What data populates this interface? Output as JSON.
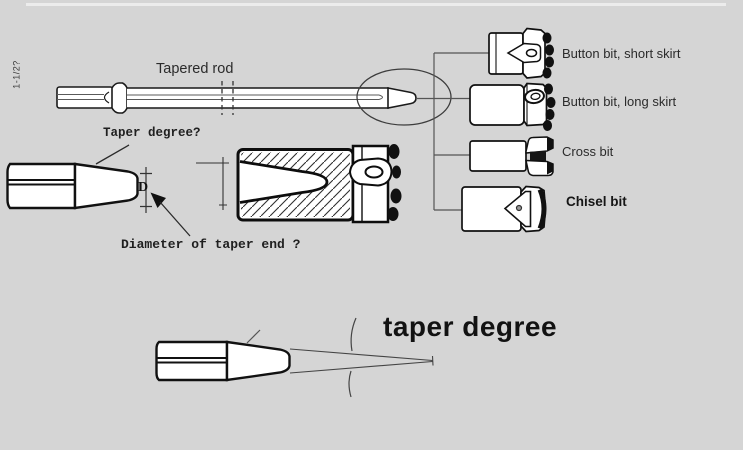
{
  "colors": {
    "background": "#d5d5d5",
    "ink": "#1a1a1a",
    "carbide_insert": "#111111",
    "connector_line": "#555555"
  },
  "rod": {
    "size_marking": "1-1/2?",
    "label": "Tapered rod"
  },
  "annotations": {
    "taper_degree_question": "Taper degree?",
    "diameter_question": "Diameter of taper end ?",
    "dimension_letter": "D",
    "taper_degree_big": "taper degree"
  },
  "bits": [
    {
      "label": "Button bit, short skirt"
    },
    {
      "label": "Button bit, long skirt"
    },
    {
      "label": "Cross bit"
    },
    {
      "label": "Chisel bit"
    }
  ]
}
